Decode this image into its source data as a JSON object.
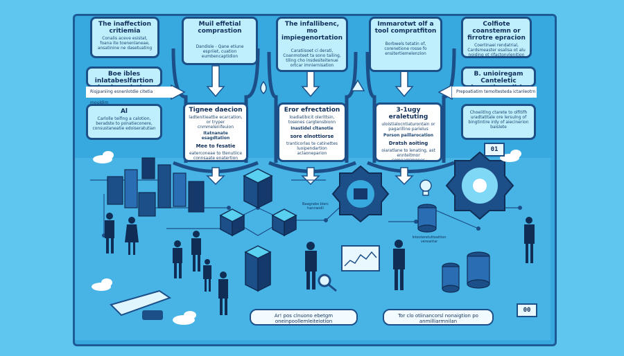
{
  "top_cards": [
    {
      "heading": "The inaffection critiemia",
      "text": "Conalis aceve esistat, foana ite toenenlaneae, ansatinine ne dasetuating"
    },
    {
      "heading": "Muil effetial comprastion",
      "text": "Dandisle - Qane etiune espriiet, cuation eumbencaptidion"
    },
    {
      "heading": "The infallibenc, mo impiegenortation",
      "text": "Caratiisoet ci derati, Coanmoteet ta sono tailing, tiling cho insdesiteitenue ortcar imniernisation"
    },
    {
      "heading": "Immarotwt olf a tool compratfiton",
      "text": "Borbwels tetatin of, corenetione rosse fo ensitertiemelenzion"
    },
    {
      "heading": "Colfiote coanstemn or firrotre epracion",
      "text": "Coertinaei rendatrial, Cardsmeaster esalisa ot alu noiding ot rifactonvlenition"
    }
  ],
  "side_cards": [
    {
      "heading": "Boe ibles inlatabeslfartion impianenlation",
      "text": ""
    },
    {
      "heading": "Al",
      "text": "Carlolle teifing a calotion, beradste to ponatieconere, consustaneatie edoiseratutian"
    },
    {
      "heading": "B. unioiregam Canteletic loeanting wilrle lotrian",
      "text": ""
    },
    {
      "heading": "",
      "text": "Choeiitlng ctarete to olfitifh uradtatitale ore lersulng of bingtintire irdy of aiecinerion baislete"
    }
  ],
  "arrow_bands": [
    {
      "text": "Risjpaniing esnenlotdie citetia mouldim"
    },
    {
      "text": "Prepoatiatim temoltesteda ictanleotrn"
    }
  ],
  "mid_cards": [
    {
      "heading": "Tignee daecion",
      "text": "ladtenitieattie ecarcation, or tryper cnmmelenifeuion",
      "bullet": "Itatnanate esagdtation",
      "foot": "Mee to fesatie",
      "foot_text": "eaterconeae to ttenutiice connsaate enatertion"
    },
    {
      "heading": "Eror efrectation",
      "text": "loadiatibicit olerittsin, tosenes cargtensbionn",
      "bullet": "Inastidel cltanotie",
      "foot": "sore elnottiorse",
      "foot_text": "tranticorlas te catinettes luoipendartion aclaoneparion"
    },
    {
      "heading": "3-1ugy eraletuting",
      "text": "uloistialocntiaturontain or pagarilline parielus",
      "bullet": "Porson paillarocation",
      "foot": "Dratsh aoiting",
      "foot_text": "oiaratlane to lenating, ast ennteitmor comeamimgnes"
    }
  ],
  "callouts": [
    {
      "text": "Baagrabo blerc hannwolli"
    },
    {
      "text": "Intesteretutteattion vereantar"
    }
  ],
  "bottom_ribbons": [
    {
      "text": "Ar! pos clnuono ebetgm oneinpoollemleiteiotion"
    },
    {
      "text": "Tor clo otiinancorsl nonaigtion po anmilliarmnilan"
    }
  ],
  "badges": {
    "top": "01",
    "bottom": "00"
  },
  "colors": {
    "background": "#5ec6ef",
    "board": "#38a9de",
    "navy": "#1c4f88",
    "card": "#bfeefd"
  }
}
